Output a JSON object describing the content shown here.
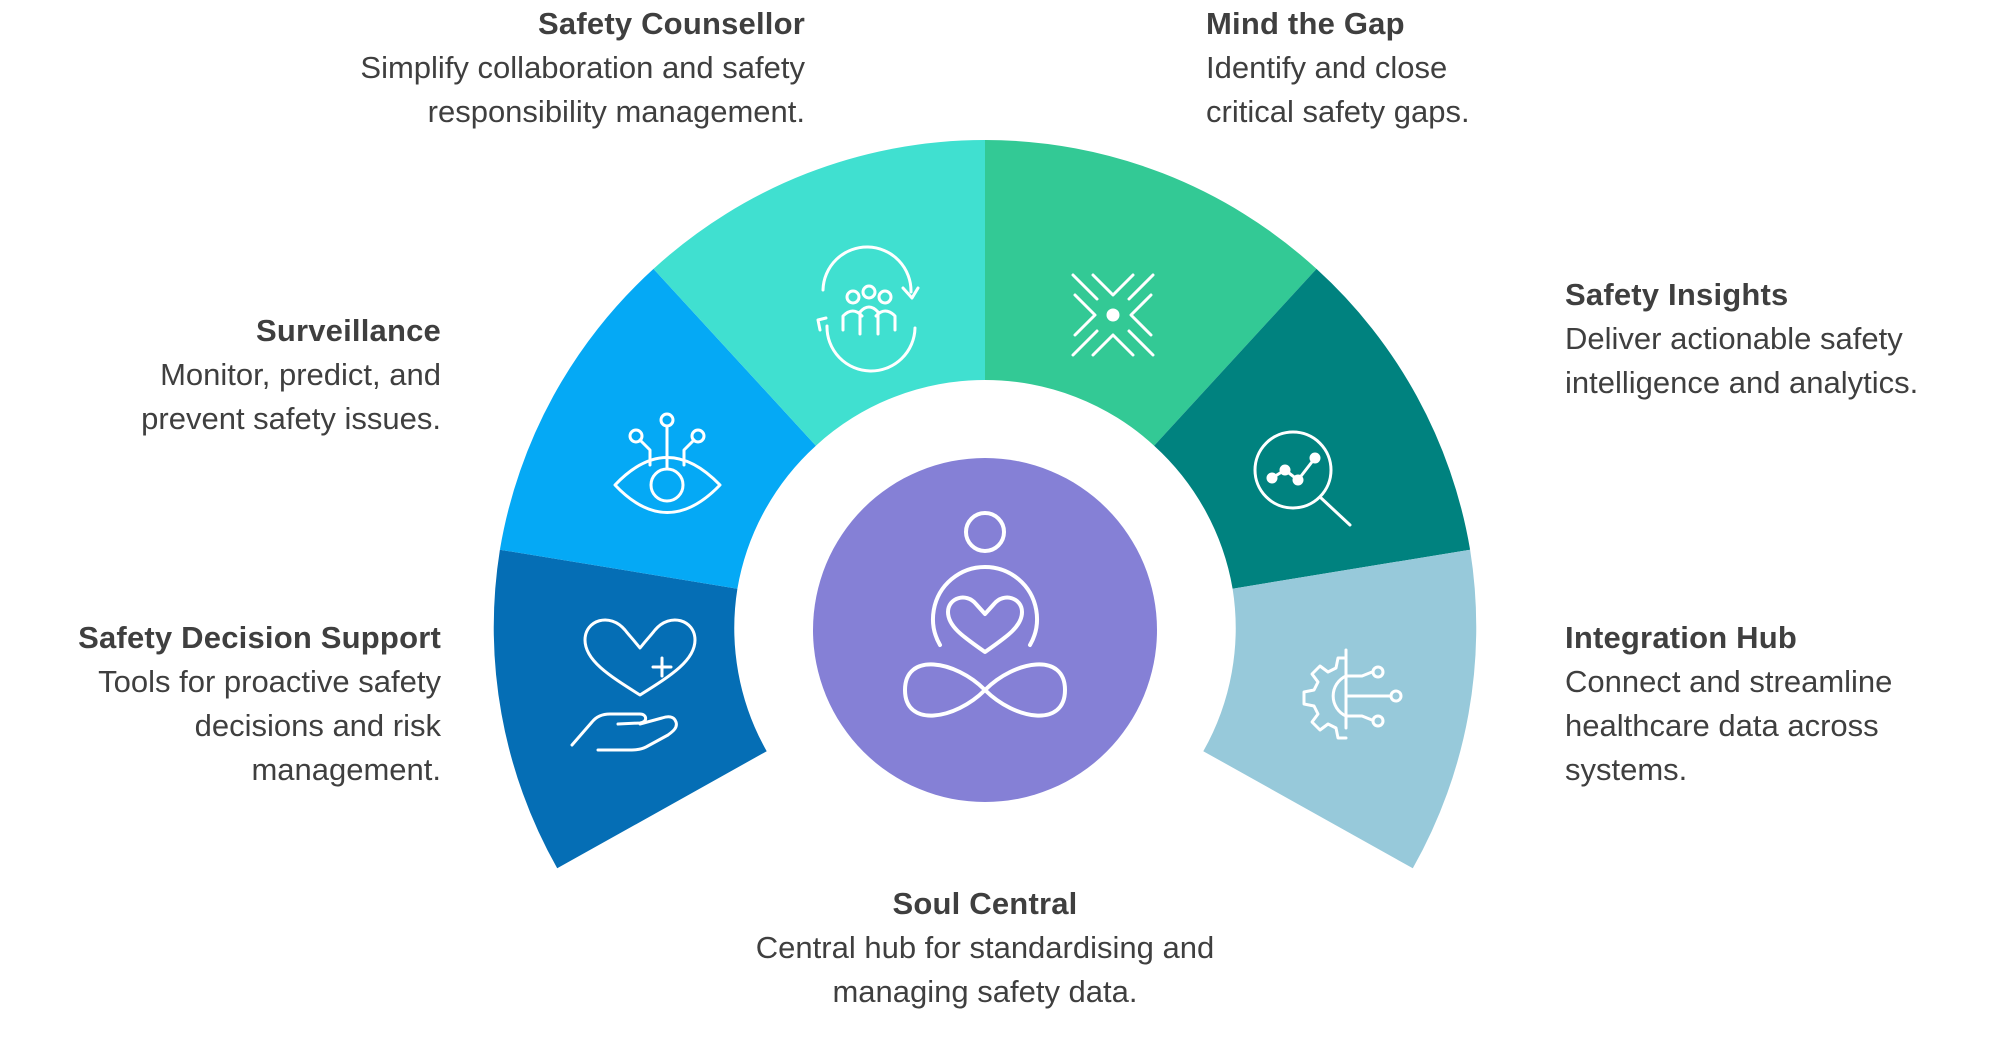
{
  "segments": [
    {
      "id": "safety-decision-support",
      "title": "Safety Decision Support",
      "description": "Tools for proactive safety decisions and risk management.",
      "lines": [
        "Tools for proactive safety",
        "decisions and risk",
        "management."
      ],
      "color": "#056EB5",
      "icon": "heart-hand-icon"
    },
    {
      "id": "surveillance",
      "title": "Surveillance",
      "description": "Monitor, predict, and prevent safety issues.",
      "lines": [
        "Monitor, predict, and",
        "prevent safety issues."
      ],
      "color": "#05A9F5",
      "icon": "eye-icon"
    },
    {
      "id": "safety-counsellor",
      "title": "Safety Counsellor",
      "description": "Simplify collaboration and safety responsibility management.",
      "lines": [
        "Simplify collaboration and safety",
        "responsibility management."
      ],
      "color": "#40E0D0",
      "icon": "people-cycle-icon"
    },
    {
      "id": "mind-the-gap",
      "title": "Mind the Gap",
      "description": "Identify and close critical safety gaps.",
      "lines": [
        "Identify and close",
        "critical safety gaps."
      ],
      "color": "#33C995",
      "icon": "converge-arrows-icon"
    },
    {
      "id": "safety-insights",
      "title": "Safety Insights",
      "description": "Deliver actionable safety intelligence and analytics.",
      "lines": [
        "Deliver actionable safety",
        "intelligence and analytics."
      ],
      "color": "#00827F",
      "icon": "analytics-magnifier-icon"
    },
    {
      "id": "integration-hub",
      "title": "Integration Hub",
      "description": "Connect and streamline healthcare data across systems.",
      "lines": [
        "Connect and streamline",
        "healthcare data across",
        "systems."
      ],
      "color": "#97C9DA",
      "icon": "gear-network-icon"
    }
  ],
  "center": {
    "title": "Soul Central",
    "description": "Central hub for standardising and managing safety data.",
    "lines": [
      "Central hub for standardising and",
      "managing safety data."
    ],
    "color": "#8580D6",
    "icon": "meditation-heart-icon"
  }
}
